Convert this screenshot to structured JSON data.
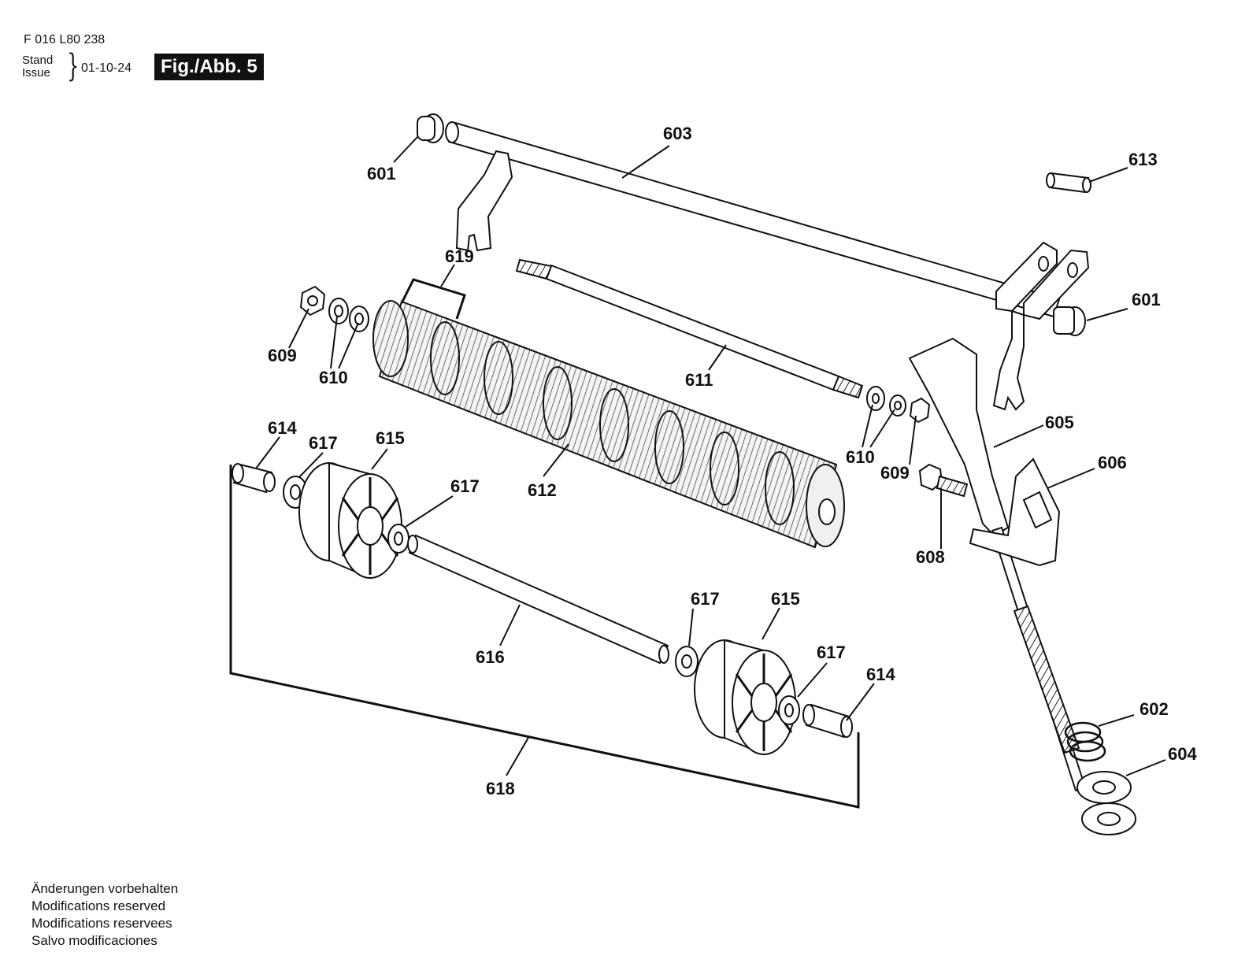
{
  "header": {
    "doc_number": "F 016 L80 238",
    "stand_label": "Stand",
    "issue_label": "Issue",
    "date": "01-10-24",
    "figure_label": "Fig./Abb. 5"
  },
  "notes": [
    "Änderungen vorbehalten",
    "Modifications reserved",
    "Modifications reservees",
    "Salvo modificaciones"
  ],
  "part_labels": {
    "p601a": "601",
    "p601b": "601",
    "p602": "602",
    "p603": "603",
    "p604": "604",
    "p605": "605",
    "p606": "606",
    "p608": "608",
    "p609a": "609",
    "p609b": "609",
    "p610a": "610",
    "p610b": "610",
    "p611": "611",
    "p612": "612",
    "p613": "613",
    "p614a": "614",
    "p614b": "614",
    "p615a": "615",
    "p615b": "615",
    "p616": "616",
    "p617a": "617",
    "p617b": "617",
    "p617c": "617",
    "p617d": "617",
    "p618": "618",
    "p619": "619"
  }
}
